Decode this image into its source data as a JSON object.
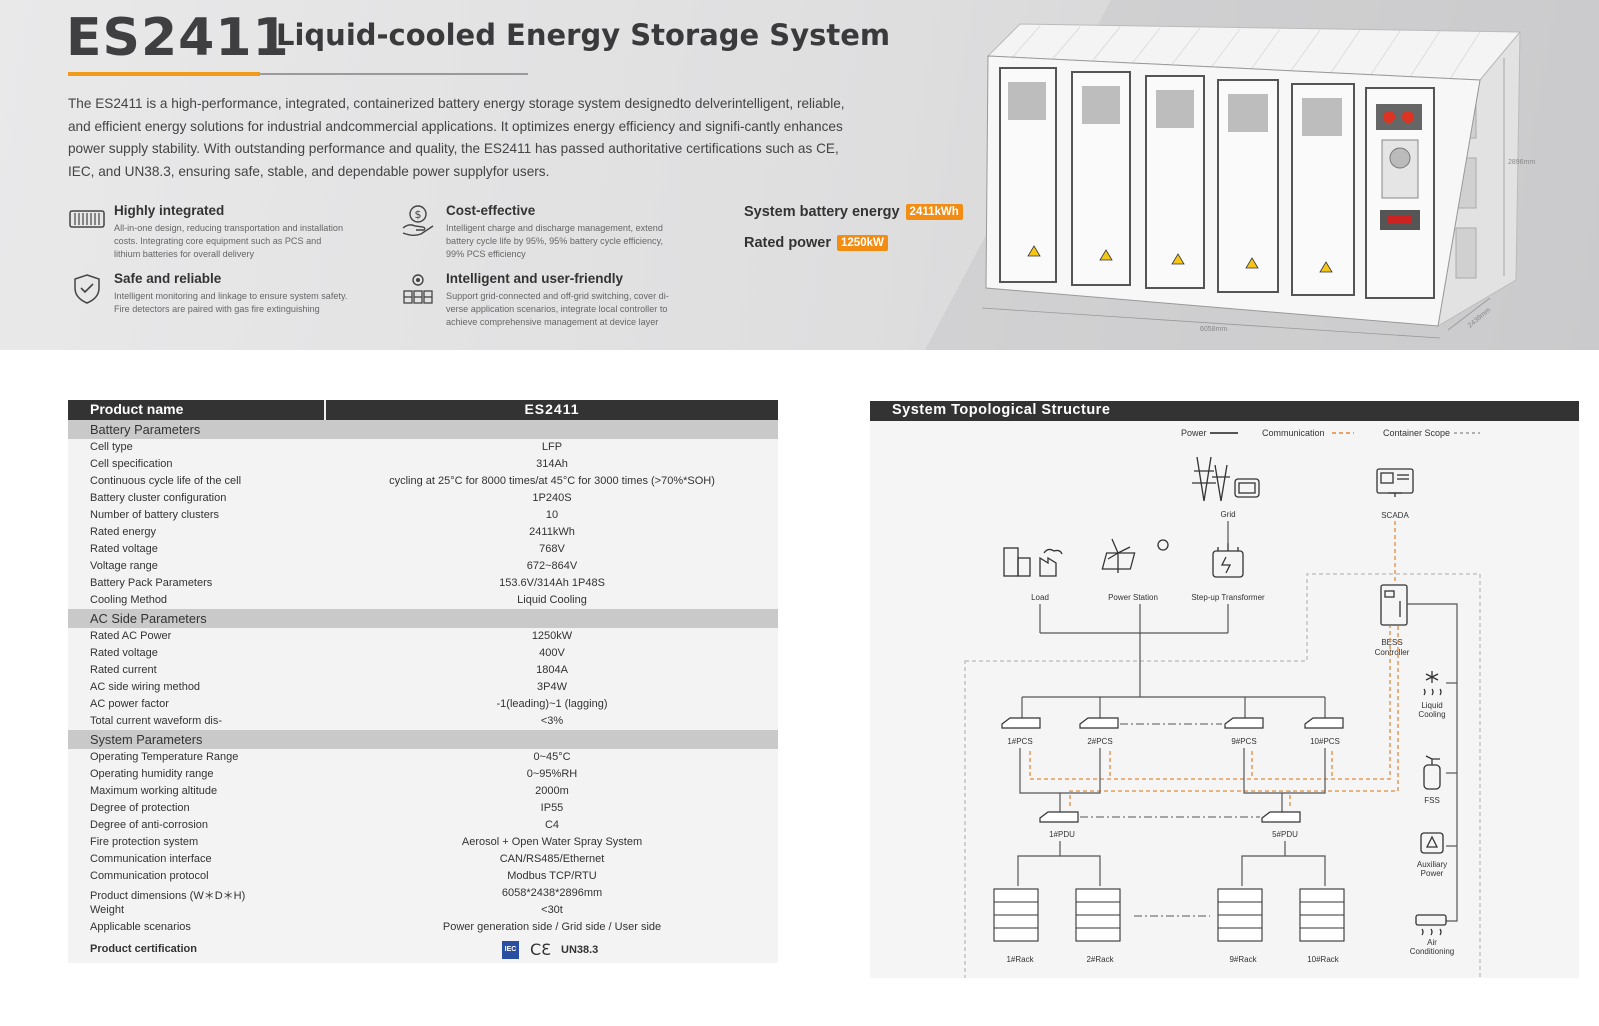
{
  "hero": {
    "model": "ES2411",
    "subtitle": "Liquid-cooled Energy Storage System",
    "description": "The ES2411 is a high-performance, integrated, containerized battery energy storage system designedto delverintelligent, reliable, and efficient energy solutions for industrial andcommercial applications. It optimizes energy efficiency and signifi-cantly enhances power supply stability. With outstanding performance and quality, the ES2411 has passed authoritative certifications such as CE, IEC, and UN38.3, ensuring safe, stable, and dependable power supplyfor users.",
    "features": [
      {
        "icon": "battery-modules-icon",
        "title": "Highly integrated",
        "desc": "All-in-one design, reducing transportation and installation costs. Integrating core equipment such as PCS and lithium batteries for overall delivery"
      },
      {
        "icon": "hand-coin-icon",
        "title": "Cost-effective",
        "desc": "Intelligent charge and discharge management, extend battery cycle life by 95%, 95% battery cycle efficiency, 99% PCS efficiency"
      },
      {
        "icon": "shield-check-icon",
        "title": "Safe and reliable",
        "desc": "Intelligent monitoring and linkage to ensure system safety. Fire detectors are paired with gas fire extinguishing"
      },
      {
        "icon": "gear-batteries-icon",
        "title": "Intelligent and user-friendly",
        "desc": "Support grid-connected and off-grid switching, cover di-verse application scenarios, integrate local controller to achieve comprehensive management at device layer"
      }
    ],
    "specs": {
      "energy_label": "System battery energy",
      "energy_value": "2411kWh",
      "power_label": "Rated power",
      "power_value": "1250kW"
    },
    "dimensions": {
      "length": "6058mm",
      "width": "2438mm",
      "height": "2896mm"
    },
    "accent_color": "#f29a1a"
  },
  "table": {
    "header_name": "Product name",
    "header_value": "ES2411",
    "sections": [
      {
        "title": "Battery Parameters",
        "rows": [
          [
            "Cell type",
            "LFP"
          ],
          [
            "Cell specification",
            "314Ah"
          ],
          [
            "Continuous cycle life of the cell",
            "cycling at 25°C for 8000 times/at 45°C for 3000 times (>70%*SOH)"
          ],
          [
            "Battery cluster configuration",
            "1P240S"
          ],
          [
            "Number of battery clusters",
            "10"
          ],
          [
            "Rated energy",
            "2411kWh"
          ],
          [
            "Rated voltage",
            "768V"
          ],
          [
            "Voltage range",
            "672~864V"
          ],
          [
            "Battery Pack Parameters",
            "153.6V/314Ah 1P48S"
          ],
          [
            "Cooling Method",
            "Liquid Cooling"
          ]
        ]
      },
      {
        "title": "AC Side Parameters",
        "rows": [
          [
            "Rated AC Power",
            "1250kW"
          ],
          [
            "Rated voltage",
            "400V"
          ],
          [
            "Rated current",
            "1804A"
          ],
          [
            "AC side wiring method",
            "3P4W"
          ],
          [
            "AC power factor",
            "-1(leading)~1 (lagging)"
          ],
          [
            "Total current waveform dis-",
            "<3%"
          ]
        ]
      },
      {
        "title": "System Parameters",
        "rows": [
          [
            "Operating Temperature Range",
            "0~45°C"
          ],
          [
            "Operating humidity range",
            "0~95%RH"
          ],
          [
            "Maximum working altitude",
            "2000m"
          ],
          [
            "Degree of protection",
            "IP55"
          ],
          [
            "Degree of anti-corrosion",
            "C4"
          ],
          [
            "Fire protection system",
            "Aerosol + Open Water Spray System"
          ],
          [
            "Communication interface",
            "CAN/RS485/Ethernet"
          ],
          [
            "Communication protocol",
            "Modbus TCP/RTU"
          ],
          [
            "Product dimensions (W＊D＊H)",
            "6058*2438*2896mm"
          ],
          [
            "Weight",
            "<30t"
          ],
          [
            "Applicable scenarios",
            "Power generation side / Grid side / User side"
          ]
        ]
      }
    ],
    "certification_label": "Product certification",
    "cert_iec": "IEC",
    "cert_ce": "CƐ",
    "cert_un": "UN38.3"
  },
  "topology": {
    "title": "System Topological Structure",
    "legend": {
      "power": "Power",
      "communication": "Communication",
      "scope": "Container Scope"
    },
    "labels": {
      "grid": "Grid",
      "scada": "SCADA",
      "load": "Load",
      "power_station": "Power Station",
      "transformer": "Step-up Transformer",
      "bess_1": "BESS",
      "bess_2": "Controller",
      "liquid_1": "Liquid",
      "liquid_2": "Cooling",
      "fss": "FSS",
      "aux_1": "Auxiliary",
      "aux_2": "Power",
      "air_1": "Air",
      "air_2": "Conditioning",
      "pcs": [
        "1#PCS",
        "2#PCS",
        "9#PCS",
        "10#PCS"
      ],
      "pdu": [
        "1#PDU",
        "5#PDU"
      ],
      "racks": [
        "1#Rack",
        "2#Rack",
        "9#Rack",
        "10#Rack"
      ]
    }
  }
}
